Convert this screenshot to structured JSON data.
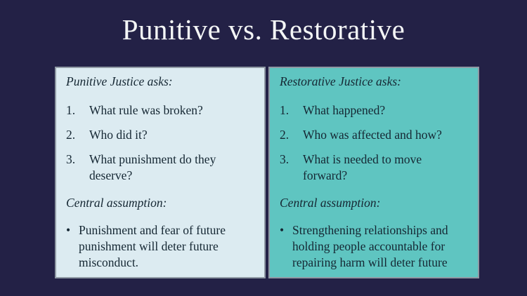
{
  "slide": {
    "title": "Punitive vs. Restorative",
    "bullet_char": "•",
    "colors": {
      "background": "#232146",
      "left_panel_background": "#dcebf1",
      "right_panel_background": "#5fc5c1",
      "panel_border": "#8f99a4",
      "title_text": "#f4f6f6",
      "body_text": "#152733"
    },
    "left": {
      "heading": "Punitive Justice asks:",
      "items": [
        {
          "num": "1.",
          "text": "What rule was broken?"
        },
        {
          "num": "2.",
          "text": "Who did it?"
        },
        {
          "num": "3.",
          "text": "What punishment do they deserve?"
        }
      ],
      "assumption_heading": "Central assumption:",
      "assumption": {
        "text": "Punishment and fear of future punishment will deter future misconduct."
      }
    },
    "right": {
      "heading": "Restorative Justice asks:",
      "items": [
        {
          "num": "1.",
          "text": "What happened?"
        },
        {
          "num": "2.",
          "text": "Who was affected and how?"
        },
        {
          "num": "3.",
          "text": "What is needed to move forward?"
        }
      ],
      "assumption_heading": "Central assumption:",
      "assumption": {
        "text": "Strengthening relationships and holding people accountable for repairing harm will deter future"
      }
    }
  }
}
